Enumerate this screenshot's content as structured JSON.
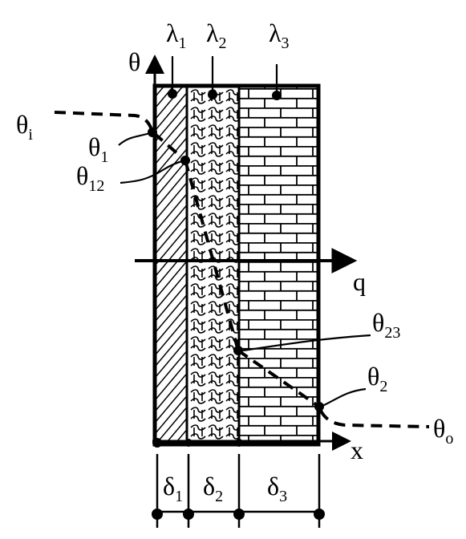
{
  "layers": [
    {
      "conductivity": {
        "sym": "λ",
        "sub": "1"
      },
      "thickness": {
        "sym": "δ",
        "sub": "1"
      },
      "fill": "hatch"
    },
    {
      "conductivity": {
        "sym": "λ",
        "sub": "2"
      },
      "thickness": {
        "sym": "δ",
        "sub": "2"
      },
      "fill": "insulation"
    },
    {
      "conductivity": {
        "sym": "λ",
        "sub": "3"
      },
      "thickness": {
        "sym": "δ",
        "sub": "3"
      },
      "fill": "brick"
    }
  ],
  "axes": {
    "vertical": {
      "sym": "θ",
      "sub": ""
    },
    "horizontal": {
      "sym": "x",
      "sub": ""
    },
    "flux": {
      "sym": "q",
      "sub": ""
    }
  },
  "temperatures": {
    "inside": {
      "sym": "θ",
      "sub": "i"
    },
    "surface_inner": {
      "sym": "θ",
      "sub": "1"
    },
    "interface_12": {
      "sym": "θ",
      "sub": "12"
    },
    "interface_23": {
      "sym": "θ",
      "sub": "23"
    },
    "surface_outer": {
      "sym": "θ",
      "sub": "2"
    },
    "outside": {
      "sym": "θ",
      "sub": "o"
    }
  },
  "colors": {
    "ink": "#000000",
    "background": "#ffffff"
  }
}
